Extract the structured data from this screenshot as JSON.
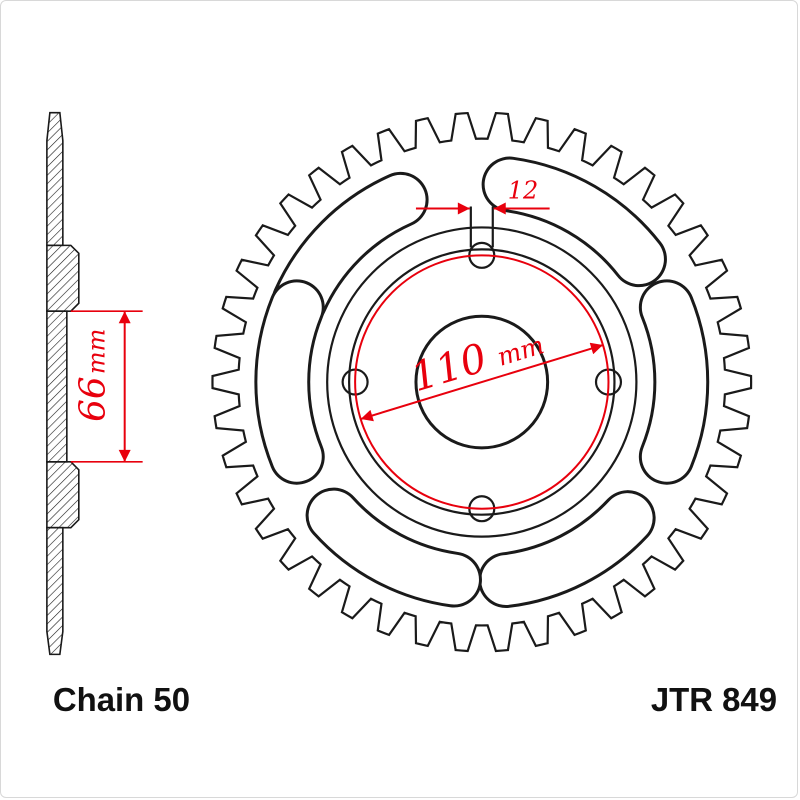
{
  "colors": {
    "dimension_red": "#e8000d",
    "line_black": "#1a1a1a"
  },
  "labels": {
    "chain_type": "Chain 50",
    "part_number": "JTR 849"
  },
  "dimensions": {
    "bolt_circle_diameter": {
      "value": "110",
      "unit": "mm"
    },
    "hub_offset": {
      "value": "66",
      "unit": "mm"
    },
    "slot_width": {
      "value": "12"
    }
  }
}
